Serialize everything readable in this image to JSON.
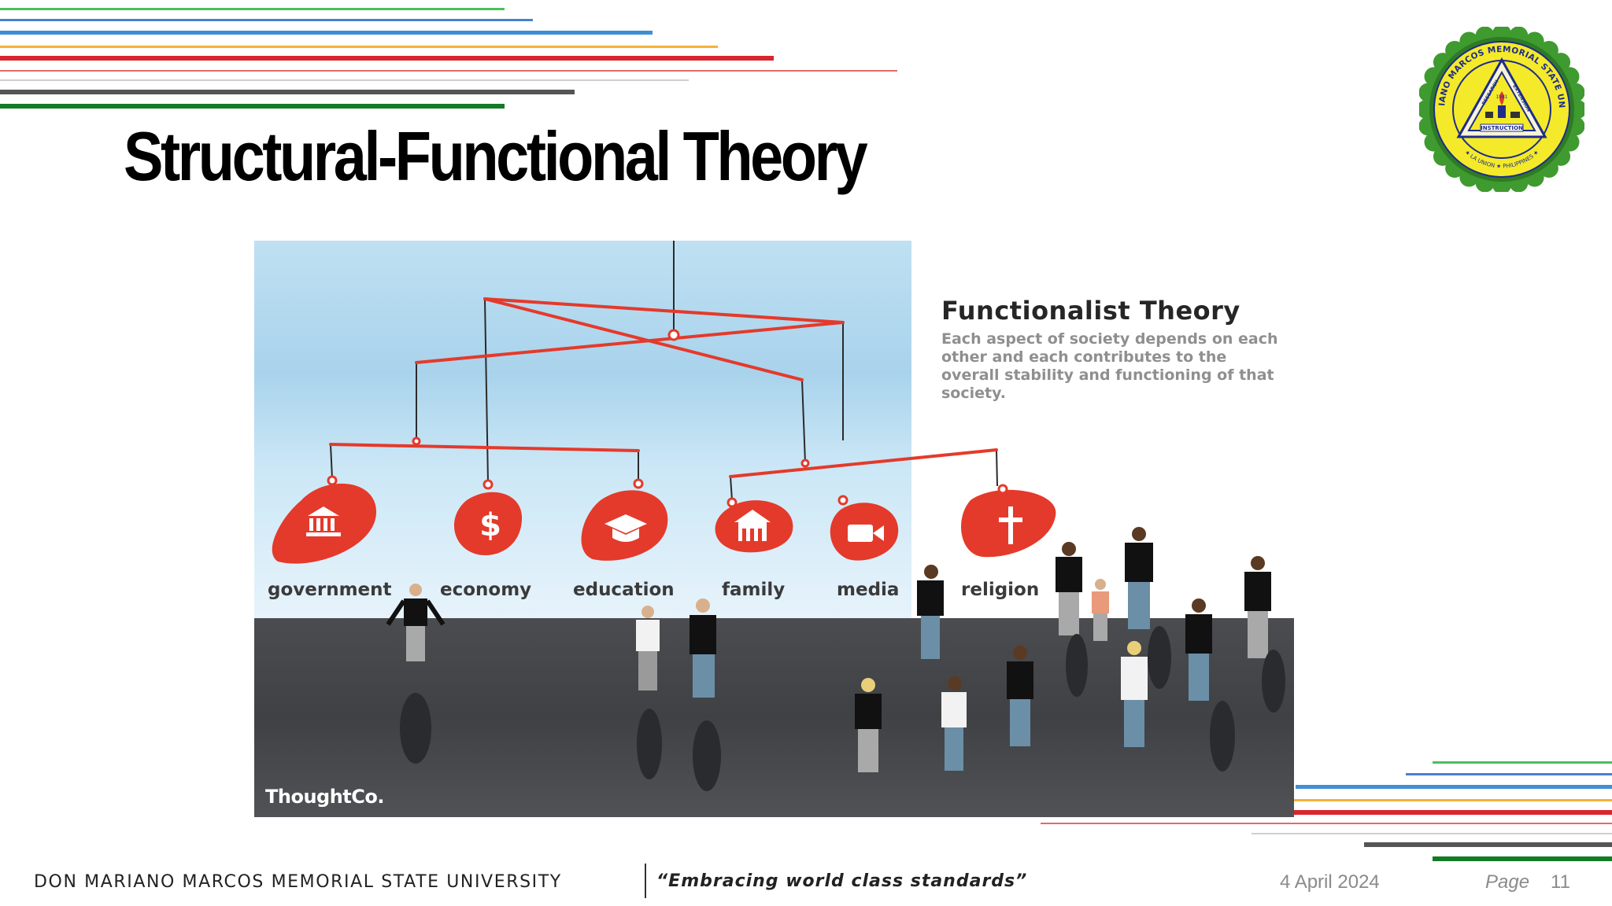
{
  "slide": {
    "title": "Structural-Functional Theory"
  },
  "figure": {
    "heading": "Functionalist Theory",
    "body": "Each aspect of society depends on each other and each contributes to the overall stability and functioning of that society.",
    "source": "ThoughtCo.",
    "institutions": [
      {
        "label": "government",
        "icon": "bank-icon"
      },
      {
        "label": "economy",
        "icon": "dollar-icon"
      },
      {
        "label": "education",
        "icon": "graduation-cap-icon"
      },
      {
        "label": "family",
        "icon": "house-icon"
      },
      {
        "label": "media",
        "icon": "video-camera-icon"
      },
      {
        "label": "religion",
        "icon": "cross-icon"
      }
    ]
  },
  "logo": {
    "name": "Don Mariano Marcos Memorial State University seal",
    "text": [
      "DON MARIANO MARCOS MEMORIAL STATE UNIVERSITY",
      "RESEARCH",
      "EXTENSION",
      "INSTRUCTION",
      "1981",
      "LA UNION",
      "PHILIPPINES"
    ]
  },
  "footer": {
    "university": "DON MARIANO MARCOS MEMORIAL STATE UNIVERSITY",
    "motto": "“Embracing world class standards”",
    "date": "4 April 2024",
    "page_label": "Page",
    "page_number": "11"
  },
  "colors": {
    "accent_red": "#e43a2b",
    "green": "#137a26",
    "blue": "#3f8fd6",
    "gold": "#f3b23b",
    "seal_yellow": "#f4ea2a"
  }
}
